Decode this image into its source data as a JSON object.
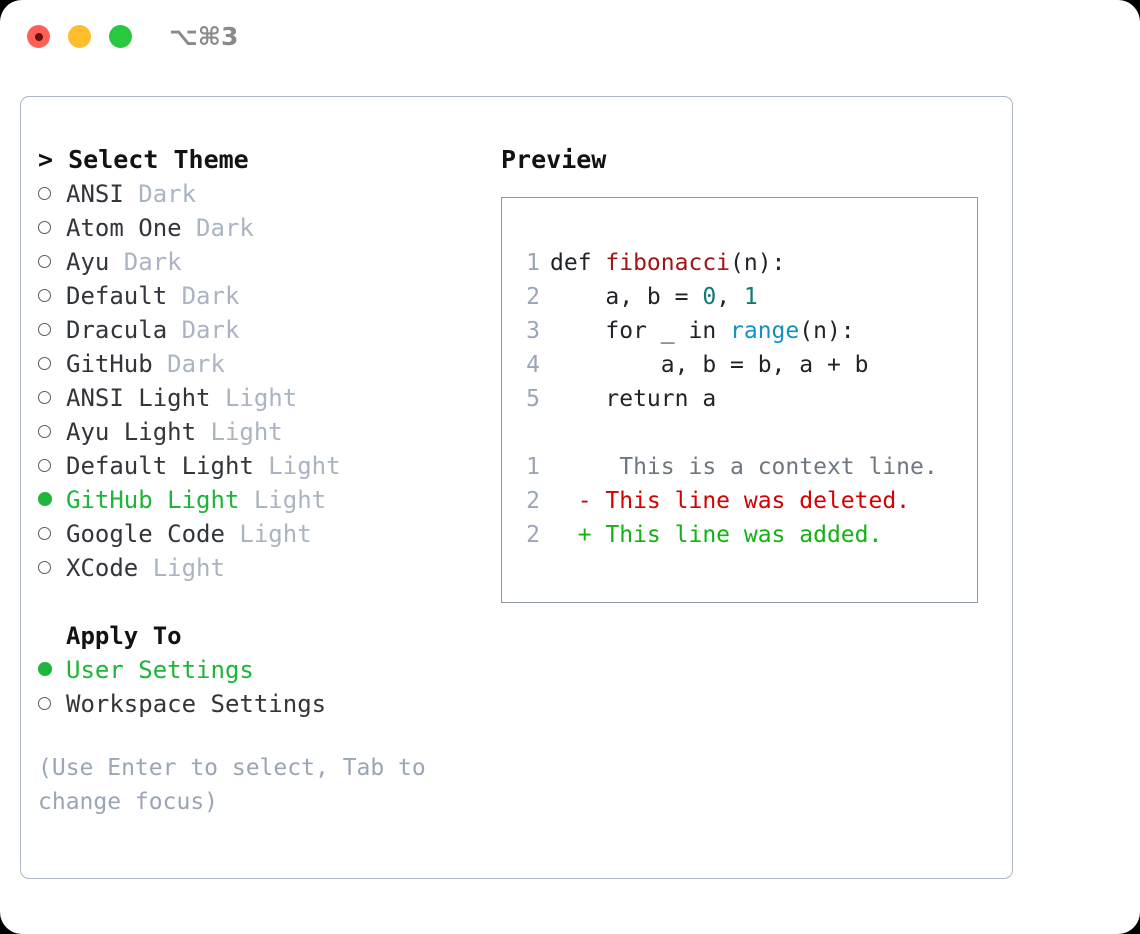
{
  "titlebar": {
    "shortcut": "⌥⌘3",
    "lights": [
      "close",
      "minimize",
      "maximize"
    ]
  },
  "theme_list": {
    "header": "> Select Theme",
    "items": [
      {
        "marker": "open",
        "name": "ANSI",
        "tag": "Dark",
        "selected": false
      },
      {
        "marker": "open",
        "name": "Atom One",
        "tag": "Dark",
        "selected": false
      },
      {
        "marker": "open",
        "name": "Ayu",
        "tag": "Dark",
        "selected": false
      },
      {
        "marker": "open",
        "name": "Default",
        "tag": "Dark",
        "selected": false
      },
      {
        "marker": "open",
        "name": "Dracula",
        "tag": "Dark",
        "selected": false
      },
      {
        "marker": "open",
        "name": "GitHub",
        "tag": "Dark",
        "selected": false
      },
      {
        "marker": "open",
        "name": "ANSI Light",
        "tag": "Light",
        "selected": false
      },
      {
        "marker": "open",
        "name": "Ayu Light",
        "tag": "Light",
        "selected": false
      },
      {
        "marker": "open",
        "name": "Default Light",
        "tag": "Light",
        "selected": false
      },
      {
        "marker": "filled",
        "name": "GitHub Light",
        "tag": "Light",
        "selected": true
      },
      {
        "marker": "open",
        "name": "Google Code",
        "tag": "Light",
        "selected": false
      },
      {
        "marker": "open",
        "name": "XCode",
        "tag": "Light",
        "selected": false
      }
    ]
  },
  "apply_to": {
    "header": "Apply To",
    "items": [
      {
        "marker": "filled",
        "name": "User Settings",
        "tag": "",
        "selected": true
      },
      {
        "marker": "open",
        "name": "Workspace Settings",
        "tag": "",
        "selected": false
      }
    ]
  },
  "hint": "(Use Enter to select, Tab to change focus)",
  "preview": {
    "title": "Preview",
    "code_lines": [
      {
        "no": "1",
        "tokens": [
          {
            "t": "def ",
            "c": "plain"
          },
          {
            "t": "fibonacci",
            "c": "func"
          },
          {
            "t": "(n):",
            "c": "plain"
          }
        ]
      },
      {
        "no": "2",
        "tokens": [
          {
            "t": "    a, b = ",
            "c": "plain"
          },
          {
            "t": "0",
            "c": "num"
          },
          {
            "t": ", ",
            "c": "plain"
          },
          {
            "t": "1",
            "c": "num"
          }
        ]
      },
      {
        "no": "3",
        "tokens": [
          {
            "t": "    for _ in ",
            "c": "plain"
          },
          {
            "t": "range",
            "c": "call"
          },
          {
            "t": "(n):",
            "c": "plain"
          }
        ]
      },
      {
        "no": "4",
        "tokens": [
          {
            "t": "        a, b = b, a + b",
            "c": "plain"
          }
        ]
      },
      {
        "no": "5",
        "tokens": [
          {
            "t": "    return a",
            "c": "plain"
          }
        ]
      }
    ],
    "diff_lines": [
      {
        "no": "1",
        "sign": " ",
        "text": "  This is a context line.",
        "kind": "ctx"
      },
      {
        "no": "2",
        "sign": "-",
        "text": " This line was deleted.",
        "kind": "del"
      },
      {
        "no": "2",
        "sign": "+",
        "text": " This line was added.",
        "kind": "add"
      }
    ]
  },
  "colors": {
    "accent_green": "#1eb53a",
    "diff_delete": "#d60000",
    "diff_add": "#12b212",
    "func_red": "#a31515",
    "number_teal": "#0f7b72",
    "call_blue": "#1390c4",
    "tag_gray": "#aab4c2",
    "hint_gray": "#9aa5b5",
    "border_gray": "#aeb7c4",
    "preview_border": "#8d99ab"
  }
}
